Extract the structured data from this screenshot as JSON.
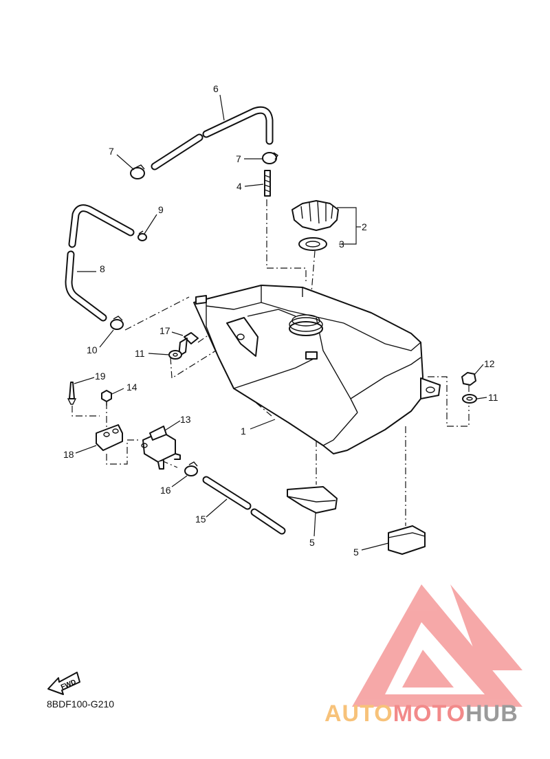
{
  "callouts": [
    "1",
    "2",
    "3",
    "4",
    "5",
    "5",
    "6",
    "7",
    "7",
    "8",
    "9",
    "10",
    "11",
    "11",
    "12",
    "13",
    "14",
    "15",
    "16",
    "17",
    "18",
    "19"
  ],
  "fwd_label": "FWD",
  "diagram_code": "8BDF100-G210",
  "brand": {
    "part1": "AUTO",
    "part2": "MOTO",
    "part3": "HUB"
  },
  "colors": {
    "line": "#111111",
    "brand_orange": "#f7c27a",
    "brand_red": "#f28a8a",
    "brand_gray": "#9a9a9a",
    "logo_pink": "#f59a9a"
  }
}
